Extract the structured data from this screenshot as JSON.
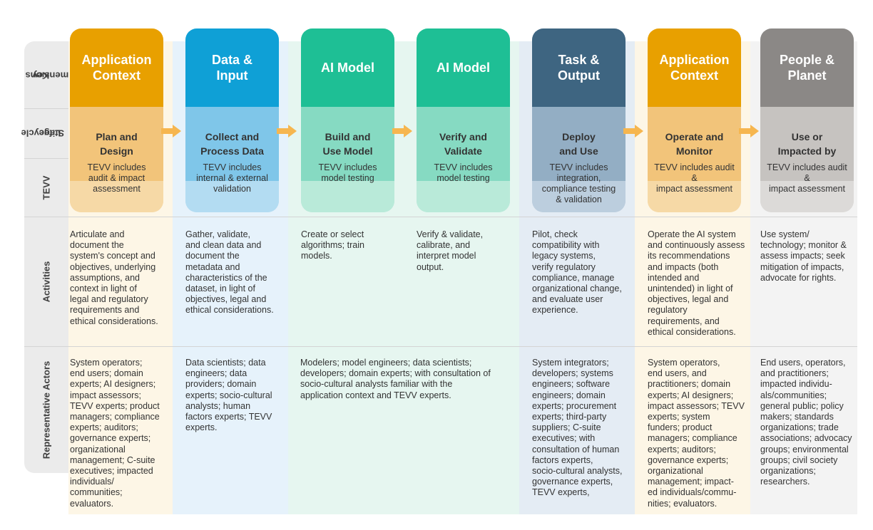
{
  "row_labels": {
    "key_dimensions": "Key Dimensions",
    "key_dimensions_l1": "Key",
    "key_dimensions_l2": "Dimensions",
    "lifecycle_l1": "Lifecycle",
    "lifecycle_l2": "Stage",
    "tevv": "TEVV",
    "activities": "Activities",
    "actors": "Representative Actors"
  },
  "columns": [
    {
      "title_l1": "Application",
      "title_l2": "Context",
      "stage_l1": "Plan and",
      "stage_l2": "Design",
      "tevv_l1": "TEVV includes",
      "tevv_l2": "audit & impact",
      "tevv_l3": "assessment",
      "tevv_l4": "",
      "activities": [
        "Articulate and",
        "document the",
        "system's concept and",
        "objectives, underlying",
        "assumptions, and",
        "context in light of",
        "legal and regulatory",
        "requirements and",
        "ethical considerations."
      ],
      "actors": [
        "System operators;",
        "end users; domain",
        "experts; AI designers;",
        "impact assessors;",
        "TEVV experts; product",
        "managers; compliance",
        "experts; auditors;",
        "governance experts;",
        "organizational",
        "management; C-suite",
        "executives; impacted",
        "individuals/",
        "communities;",
        "evaluators."
      ],
      "colors": {
        "title": "#e8a000",
        "stage": "#f2c47a",
        "tevv": "#f6d9a6",
        "bg": "#fdf6e6"
      }
    },
    {
      "title_l1": "Data &",
      "title_l2": "Input",
      "stage_l1": "Collect and",
      "stage_l2": "Process Data",
      "tevv_l1": "TEVV includes",
      "tevv_l2": "internal & external",
      "tevv_l3": "validation",
      "tevv_l4": "",
      "activities": [
        "Gather, validate,",
        "and clean data and",
        "document the",
        "metadata and",
        "characteristics of the",
        "dataset, in light of",
        "objectives, legal and",
        "ethical considerations."
      ],
      "actors": [
        "Data scientists; data",
        "engineers; data",
        "providers; domain",
        "experts; socio-cultural",
        "analysts; human",
        "factors experts; TEVV",
        "experts."
      ],
      "colors": {
        "title": "#0fa0d6",
        "stage": "#7fc6e9",
        "tevv": "#b3dcf2",
        "bg": "#e6f2fb"
      }
    },
    {
      "title_l1": "AI Model",
      "title_l2": "",
      "stage_l1": "Build and",
      "stage_l2": "Use Model",
      "tevv_l1": "TEVV includes",
      "tevv_l2": "model testing",
      "tevv_l3": "",
      "tevv_l4": "",
      "activities": [
        "Create or select",
        "algorithms; train",
        "models."
      ],
      "actors": [],
      "colors": {
        "title": "#1ebf95",
        "stage": "#86dac2",
        "tevv": "#b9ead9",
        "bg": "#e6f6f0"
      }
    },
    {
      "title_l1": "AI Model",
      "title_l2": "",
      "stage_l1": "Verify and",
      "stage_l2": "Validate",
      "tevv_l1": "TEVV includes",
      "tevv_l2": "model testing",
      "tevv_l3": "",
      "tevv_l4": "",
      "activities": [
        "Verify & validate,",
        "calibrate, and",
        "interpret model",
        "output."
      ],
      "actors": [],
      "colors": {
        "title": "#1ebf95",
        "stage": "#86dac2",
        "tevv": "#b9ead9",
        "bg": "#e6f6f0"
      }
    },
    {
      "title_l1": "Task &",
      "title_l2": "Output",
      "stage_l1": "Deploy",
      "stage_l2": "and Use",
      "tevv_l1": "TEVV includes",
      "tevv_l2": "integration,",
      "tevv_l3": "compliance testing",
      "tevv_l4": "& validation",
      "activities": [
        "Pilot, check",
        "compatibility with",
        "legacy systems,",
        "verify regulatory",
        "compliance, manage",
        "organizational change,",
        "and evaluate user",
        "experience."
      ],
      "actors": [
        "System integrators;",
        "developers; systems",
        "engineers; software",
        "engineers; domain",
        "experts; procurement",
        "experts; third-party",
        "suppliers; C-suite",
        "executives; with",
        "consultation of human",
        "factors experts,",
        "socio-cultural analysts,",
        "governance experts,",
        "TEVV experts,"
      ],
      "colors": {
        "title": "#3e6581",
        "stage": "#93aec4",
        "tevv": "#bccede",
        "bg": "#e4ecf4"
      }
    },
    {
      "title_l1": "Application",
      "title_l2": "Context",
      "stage_l1": "Operate and",
      "stage_l2": "Monitor",
      "tevv_l1": "TEVV includes audit",
      "tevv_l2": "&",
      "tevv_l3": "impact assessment",
      "tevv_l4": "",
      "activities": [
        "Operate the AI system",
        "and continuously assess",
        "its recommendations",
        "and impacts (both",
        "intended and",
        "unintended) in light of",
        "objectives, legal and",
        "regulatory",
        "requirements, and",
        "ethical considerations."
      ],
      "actors": [
        "System operators,",
        "end users, and",
        "practitioners; domain",
        "experts; AI designers;",
        "impact assessors; TEVV",
        "experts; system",
        "funders; product",
        "managers; compliance",
        "experts; auditors;",
        "governance experts;",
        "organizational",
        "management; impact-",
        "ed individuals/commu-",
        "nities; evaluators."
      ],
      "colors": {
        "title": "#e8a000",
        "stage": "#f2c47a",
        "tevv": "#f6d9a6",
        "bg": "#fdf6e6"
      }
    },
    {
      "title_l1": "People &",
      "title_l2": "Planet",
      "stage_l1": "Use or",
      "stage_l2": "Impacted by",
      "tevv_l1": "TEVV includes audit",
      "tevv_l2": "&",
      "tevv_l3": "impact assessment",
      "tevv_l4": "",
      "activities": [
        "Use system/",
        "technology; monitor &",
        "assess impacts; seek",
        "mitigation of impacts,",
        "advocate for rights."
      ],
      "actors": [
        "End users, operators,",
        "and practitioners;",
        "impacted individu-",
        "als/communities;",
        "general public; policy",
        "makers; standards",
        "organizations; trade",
        "associations; advocacy",
        "groups; environmental",
        "groups; civil society",
        "organizations;",
        "researchers."
      ],
      "colors": {
        "title": "#8b8886",
        "stage": "#c6c3c0",
        "tevv": "#dcdad8",
        "bg": "#f3f3f3"
      }
    }
  ],
  "shared_actors_ai_model": [
    "Modelers; model engineers; data scientists;",
    "developers; domain experts; with consultation of",
    "socio-cultural analysts familiar with the",
    "application context and TEVV experts."
  ],
  "arrow_color": "#f6b64f"
}
